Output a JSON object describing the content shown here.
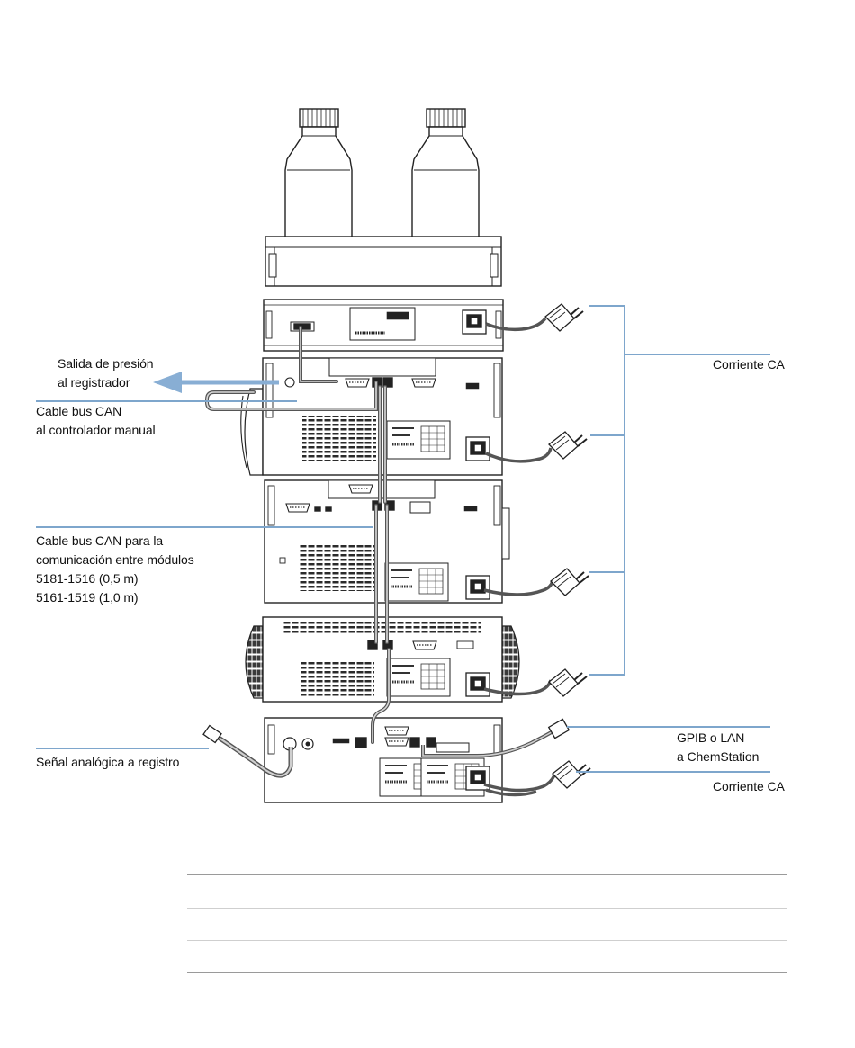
{
  "labels": {
    "pressure_output": [
      "Salida de presión",
      "al registrador"
    ],
    "ac_power_top": "Corriente CA",
    "can_cable_manual": [
      "Cable bus CAN",
      "al controlador manual"
    ],
    "can_cable_modules": [
      "Cable bus CAN para la",
      "comunicación entre módulos",
      "5181-1516 (0,5 m)",
      "5161-1519 (1,0 m)"
    ],
    "gpib_lan": [
      "GPIB o LAN",
      "a ChemStation"
    ],
    "ac_power_bottom": "Corriente CA",
    "analog_signal": "Señal analógica a registro"
  },
  "colors": {
    "callout_blue": "#7ea6cc",
    "arrow_blue": "#88aed4",
    "stroke": "#222222",
    "cable_gray": "#9a9a9a"
  }
}
